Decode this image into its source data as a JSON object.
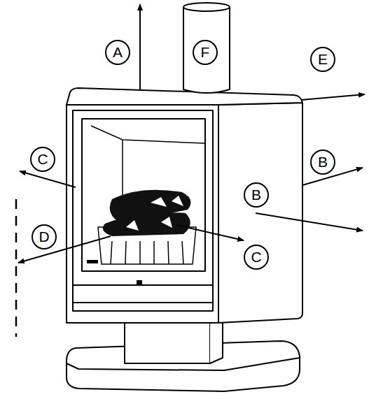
{
  "diagram": {
    "nodes": [
      {
        "text": [
          "A"
        ]
      },
      {
        "text": [
          "F"
        ]
      },
      {
        "text": [
          "E"
        ]
      },
      {
        "text": [
          "C"
        ]
      },
      {
        "text": [
          "B"
        ]
      },
      {
        "text": [
          "B"
        ]
      },
      {
        "text": [
          "D"
        ]
      },
      {
        "text": [
          "C"
        ]
      }
    ]
  }
}
